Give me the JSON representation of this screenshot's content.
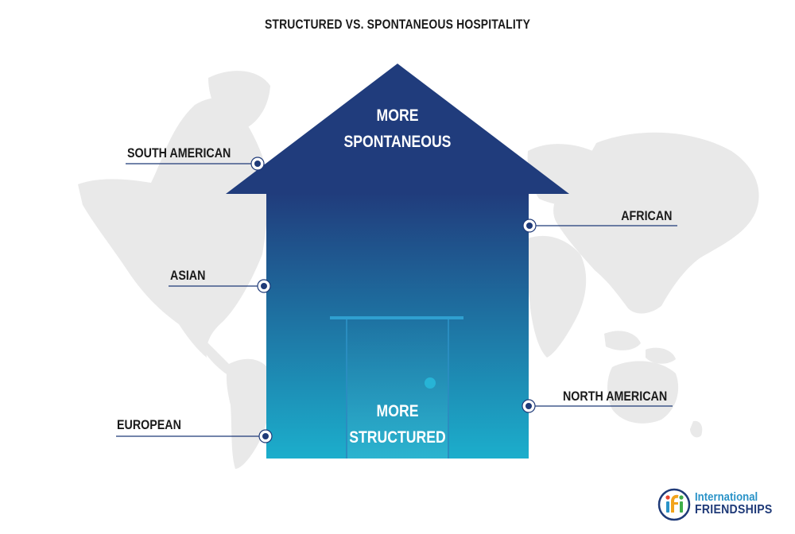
{
  "title": "STRUCTURED VS. SPONTANEOUS HOSPITALITY",
  "house": {
    "top_text": [
      "MORE",
      "SPONTANEOUS"
    ],
    "bottom_text": [
      "MORE",
      "STRUCTURED"
    ]
  },
  "labels": {
    "south_american": "SOUTH AMERICAN",
    "asian": "ASIAN",
    "european": "EUROPEAN",
    "african": "AFRICAN",
    "north_american": "NORTH AMERICAN"
  },
  "logo": {
    "line1": "International",
    "line2": "FRIENDSHIPS"
  },
  "colors": {
    "house_top": "#203c7c",
    "house_bottom": "#1caecc",
    "map": "#e9e9e9",
    "label_line": "#1f3a78",
    "dot": "#1f3a78"
  }
}
